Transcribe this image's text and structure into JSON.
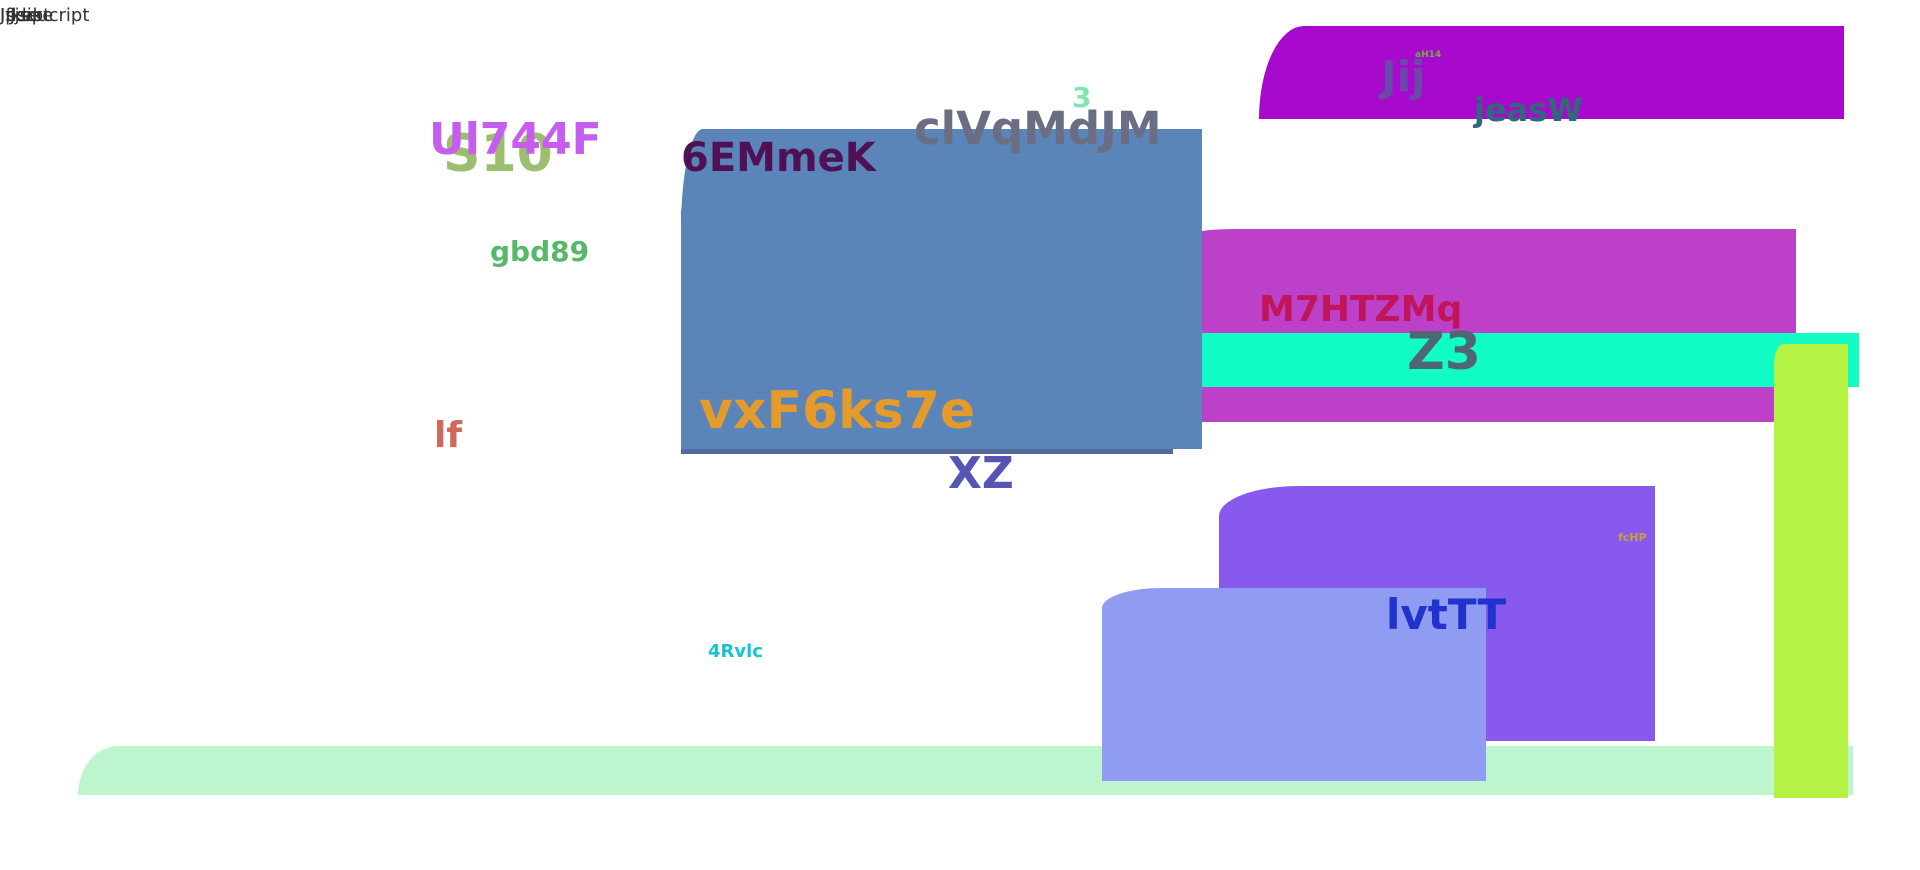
{
  "corner_labels": [
    "Ifkeke",
    "Jdipt",
    "Ipseucript",
    "Jsjse"
  ],
  "labels": {
    "ul744f": "Ul744F",
    "s10": "S10",
    "gbd89": "gbd89",
    "six_emmek": "6EMmeK",
    "clvqmdjm": "clVqMdJM",
    "three": "3",
    "jij": "Jij",
    "ah14": "aH14",
    "jeasw": "jeasW",
    "m7htzmq": "M7HTZMq",
    "z3": "Z3",
    "vxf6ks7e": "vxF6ks7e",
    "xz": "XZ",
    "lf": "lf",
    "fchp": "fcHP",
    "lvttt": "lvtTT",
    "four_rvlc": "4Rvlc"
  },
  "colors": {
    "steel_blue": "#5b84b8",
    "purple_top": "#a80acd",
    "magenta": "#bd40c9",
    "aqua": "#12fcc6",
    "lime": "#b4f244",
    "violet": "#8759ec",
    "periwinkle": "#8f9cf2",
    "mint": "#bdf5cf"
  }
}
